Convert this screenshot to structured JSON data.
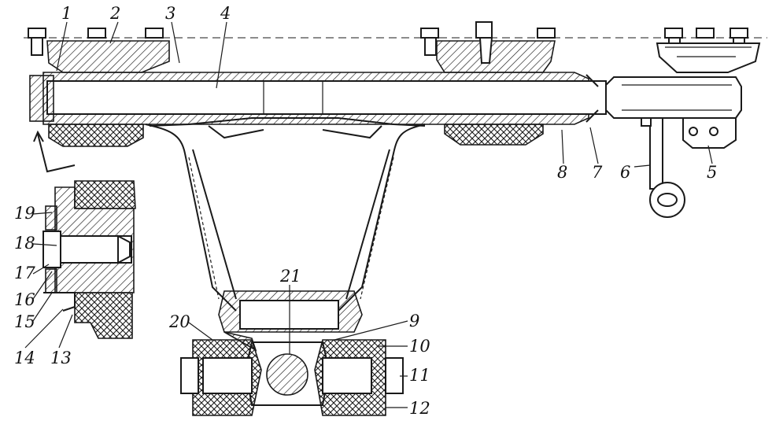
{
  "diagram": {
    "callouts": [
      {
        "id": "c1",
        "label": "1"
      },
      {
        "id": "c2",
        "label": "2"
      },
      {
        "id": "c3",
        "label": "3"
      },
      {
        "id": "c4",
        "label": "4"
      },
      {
        "id": "c5",
        "label": "5"
      },
      {
        "id": "c6",
        "label": "6"
      },
      {
        "id": "c7",
        "label": "7"
      },
      {
        "id": "c8",
        "label": "8"
      },
      {
        "id": "c9",
        "label": "9"
      },
      {
        "id": "c10",
        "label": "10"
      },
      {
        "id": "c11",
        "label": "11"
      },
      {
        "id": "c12",
        "label": "12"
      },
      {
        "id": "c13",
        "label": "13"
      },
      {
        "id": "c14",
        "label": "14"
      },
      {
        "id": "c15",
        "label": "15"
      },
      {
        "id": "c16",
        "label": "16"
      },
      {
        "id": "c17",
        "label": "17"
      },
      {
        "id": "c18",
        "label": "18"
      },
      {
        "id": "c19",
        "label": "19"
      },
      {
        "id": "c20",
        "label": "20"
      },
      {
        "id": "c21",
        "label": "21"
      }
    ],
    "ink_color": "#1a1a1a",
    "background": "#ffffff"
  }
}
